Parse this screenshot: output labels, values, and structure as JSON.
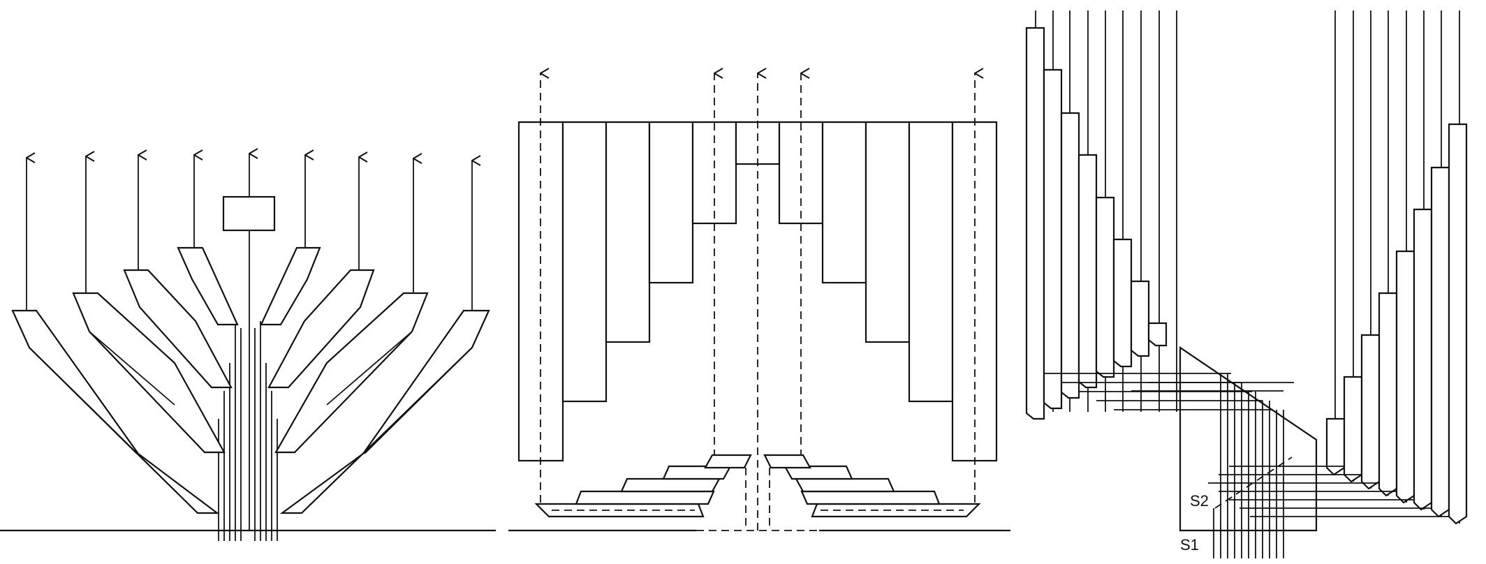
{
  "figure": {
    "panels": [
      {
        "id": "left"
      },
      {
        "id": "middle"
      },
      {
        "id": "right",
        "labels": {
          "s2": "S2",
          "s1": "S1"
        }
      }
    ]
  }
}
